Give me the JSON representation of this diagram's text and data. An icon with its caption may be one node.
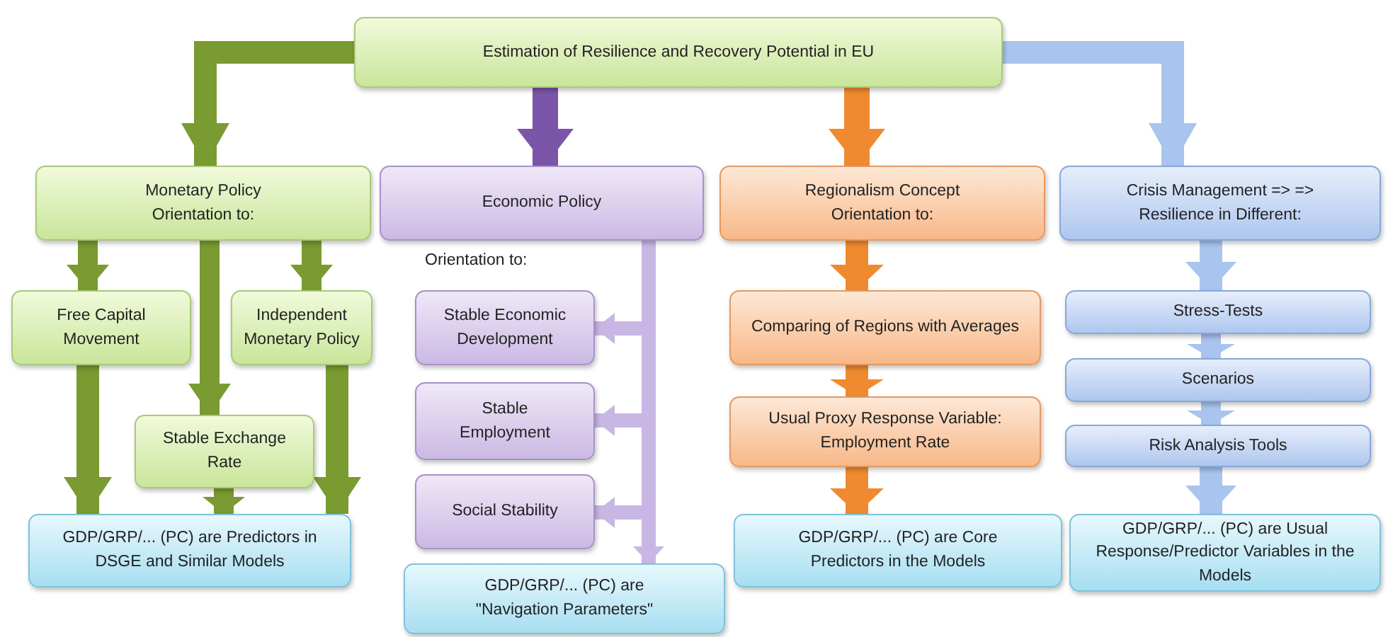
{
  "diagram": {
    "nodes": [
      {
        "text": [
          "Estimation of Resilience and Recovery Potential in EU"
        ]
      },
      {
        "text": [
          "Monetary Policy Orientation to:"
        ]
      },
      {
        "text": [
          "Free Capital Movement"
        ]
      },
      {
        "text": [
          "Independent Monetary Policy"
        ]
      },
      {
        "text": [
          "Stable Exchange Rate"
        ]
      },
      {
        "text": [
          "GDP/GRP/... (PC) are Predictors in DSGE and Similar Models"
        ]
      },
      {
        "text": [
          "Economic Policy"
        ]
      },
      {
        "text": [
          "Stable Economic Development"
        ]
      },
      {
        "text": [
          "Stable Employment"
        ]
      },
      {
        "text": [
          "Social Stability"
        ]
      },
      {
        "text": [
          "GDP/GRP/... (PC) are \"Navigation Parameters\""
        ]
      },
      {
        "text": [
          "Regionalism Concept Orientation to:"
        ]
      },
      {
        "text": [
          "Comparing of Regions with Averages"
        ]
      },
      {
        "text": [
          "Usual Proxy Response Variable: Employment Rate"
        ]
      },
      {
        "text": [
          "GDP/GRP/... (PC) are Core Predictors in the Models"
        ]
      },
      {
        "text": [
          "Crisis Management => => Resilience in Different:"
        ]
      },
      {
        "text": [
          "Stress-Tests"
        ]
      },
      {
        "text": [
          "Scenarios"
        ]
      },
      {
        "text": [
          "Risk Analysis Tools"
        ]
      },
      {
        "text": [
          "GDP/GRP/... (PC) are Usual Response/Predictor Variables in the Models"
        ]
      }
    ],
    "edges": [
      {
        "from": 0,
        "to": 1,
        "arrow": "to"
      },
      {
        "from": 0,
        "to": 6,
        "arrow": "to",
        "color": "#7b55a8"
      },
      {
        "from": 0,
        "to": 11,
        "arrow": "to",
        "color": "#f08a30"
      },
      {
        "from": 0,
        "to": 15,
        "arrow": "to",
        "color": "#a9c4ee"
      },
      {
        "from": 1,
        "to": 2,
        "arrow": "to"
      },
      {
        "from": 1,
        "to": 3,
        "arrow": "to"
      },
      {
        "from": 1,
        "to": 4,
        "arrow": "to"
      },
      {
        "from": 2,
        "to": 5,
        "arrow": "to"
      },
      {
        "from": 3,
        "to": 5,
        "arrow": "to"
      },
      {
        "from": 4,
        "to": 5,
        "arrow": "to"
      },
      {
        "from": 6,
        "to": 7,
        "arrow": "to",
        "color": "#c8b6e4"
      },
      {
        "from": 6,
        "to": 8,
        "arrow": "to",
        "color": "#c8b6e4"
      },
      {
        "from": 6,
        "to": 9,
        "arrow": "to",
        "color": "#c8b6e4"
      },
      {
        "from": 6,
        "to": 10,
        "arrow": "to",
        "color": "#c8b6e4"
      },
      {
        "from": 11,
        "to": 12,
        "arrow": "to",
        "color": "#f08a30"
      },
      {
        "from": 12,
        "to": 13,
        "arrow": "to",
        "color": "#f08a30"
      },
      {
        "from": 13,
        "to": 14,
        "arrow": "to",
        "color": "#f08a30"
      },
      {
        "from": 15,
        "to": 16,
        "arrow": "to",
        "color": "#a9c4ee"
      },
      {
        "from": 16,
        "to": 17,
        "arrow": "to",
        "color": "#a9c4ee"
      },
      {
        "from": 17,
        "to": 18,
        "arrow": "to",
        "color": "#a9c4ee"
      },
      {
        "from": 18,
        "to": 19,
        "arrow": "to",
        "color": "#a9c4ee"
      }
    ],
    "labels": [
      "Orientation to:"
    ]
  }
}
